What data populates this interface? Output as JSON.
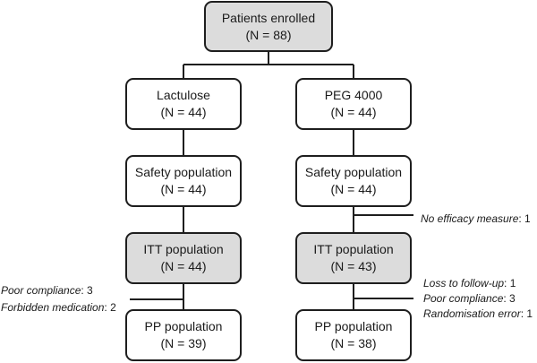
{
  "boxes": {
    "enrolled": {
      "title": "Patients enrolled",
      "count": "(N = 88)"
    },
    "lactulose": {
      "title": "Lactulose",
      "count": "(N = 44)"
    },
    "peg": {
      "title": "PEG 4000",
      "count": "(N = 44)"
    },
    "safety_left": {
      "title": "Safety population",
      "count": "(N = 44)"
    },
    "safety_right": {
      "title": "Safety population",
      "count": "(N = 44)"
    },
    "itt_left": {
      "title": "ITT population",
      "count": "(N = 44)"
    },
    "itt_right": {
      "title": "ITT population",
      "count": "(N = 43)"
    },
    "pp_left": {
      "title": "PP population",
      "count": "(N = 39)"
    },
    "pp_right": {
      "title": "PP population",
      "count": "(N = 38)"
    }
  },
  "exclusions": {
    "no_efficacy": {
      "reason": "No efficacy measure",
      "count": ": 1"
    },
    "left_poor_compliance": {
      "reason": "Poor compliance",
      "count": ": 3"
    },
    "left_forbidden_medication": {
      "reason": "Forbidden medication",
      "count": ": 2"
    },
    "right_loss_followup": {
      "reason": "Loss to follow-up",
      "count": ": 1"
    },
    "right_poor_compliance": {
      "reason": "Poor compliance",
      "count": ": 3"
    },
    "right_randomisation_error": {
      "reason": "Randomisation error",
      "count": ": 1"
    }
  },
  "colors": {
    "shaded_box": "#dcdcdc",
    "line": "#1e1e1e"
  }
}
